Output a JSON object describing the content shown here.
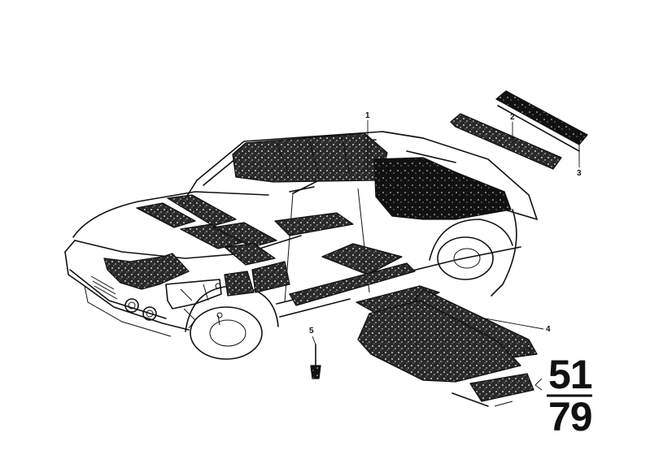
{
  "callouts": [
    {
      "id": "1",
      "label": "1"
    },
    {
      "id": "2",
      "label": "2"
    },
    {
      "id": "3",
      "label": "3"
    },
    {
      "id": "4",
      "label": "4"
    },
    {
      "id": "5",
      "label": "5"
    }
  ],
  "group_number": {
    "top": "51",
    "bottom": "79"
  },
  "colors": {
    "ink": "#111111",
    "background": "#ffffff"
  }
}
